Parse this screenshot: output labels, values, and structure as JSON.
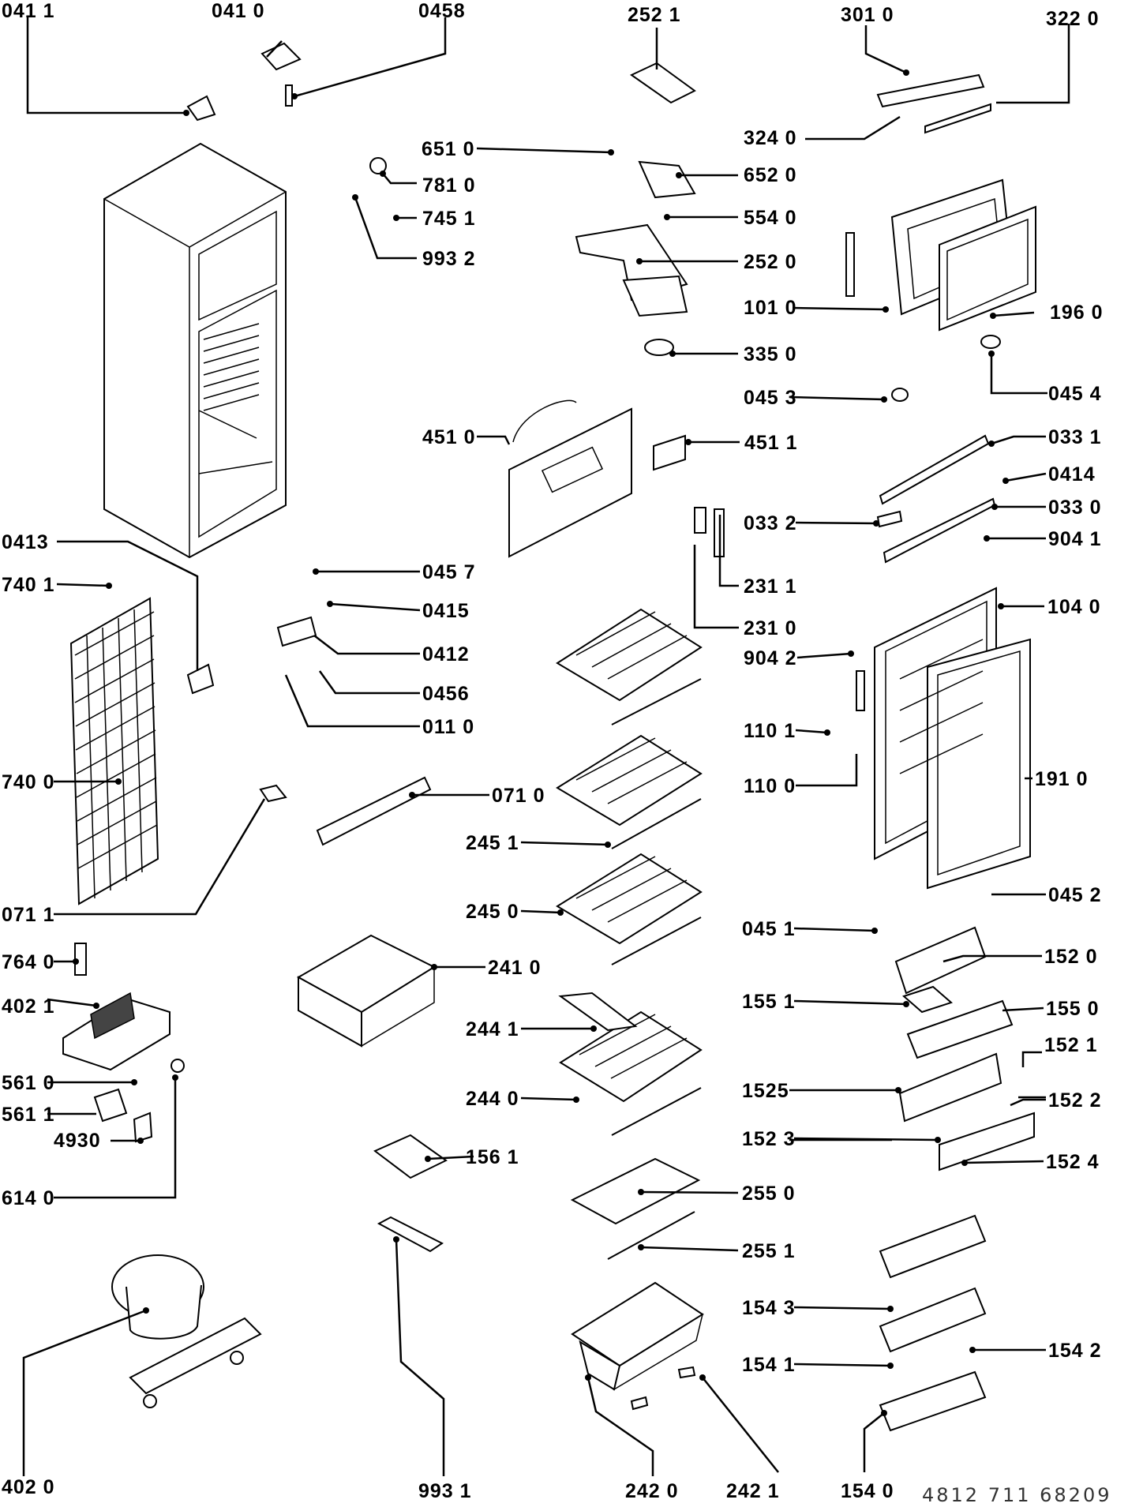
{
  "diagram": {
    "document_number": "4812  711  68209",
    "labels": {
      "l0411": "041 1",
      "l0410": "041 0",
      "l0458": "0458",
      "l2521": "252 1",
      "l3010": "301 0",
      "l3220": "322 0",
      "l3240": "324 0",
      "l6510": "651 0",
      "l7810": "781 0",
      "l6520": "652 0",
      "l7451": "745 1",
      "l5540": "554 0",
      "l9932": "993 2",
      "l2520": "252 0",
      "l1010": "101 0",
      "l1960": "196 0",
      "l3350": "335 0",
      "l0453": "045 3",
      "l0454": "045 4",
      "l4510": "451 0",
      "l4511": "451 1",
      "l0331": "033 1",
      "l0414": "0414",
      "l0332": "033 2",
      "l0330": "033 0",
      "l0413": "0413",
      "l0457": "045 7",
      "l9041": "904 1",
      "l7401": "740 1",
      "l2311": "231 1",
      "l0415": "0415",
      "l1040": "104 0",
      "l2310": "231 0",
      "l0412": "0412",
      "l9042": "904 2",
      "l0456": "0456",
      "l0110": "011 0",
      "l1101": "110 1",
      "l7400": "740 0",
      "l1100": "110 0",
      "l0710": "071 0",
      "l1910": "191 0",
      "l2451": "245 1",
      "l0711": "071 1",
      "l2450": "245 0",
      "l0452": "045 2",
      "l0451": "045 1",
      "l7640": "764 0",
      "l1520": "152 0",
      "l2410": "241 0",
      "l4021": "402 1",
      "l1551": "155 1",
      "l1550": "155 0",
      "l2441": "244 1",
      "l1521": "152 1",
      "l5610": "561 0",
      "l2440": "244 0",
      "l1525": "1525",
      "l1522": "152 2",
      "l5611": "561 1",
      "l4930": "4930",
      "l1523": "152 3",
      "l1561": "156 1",
      "l1524": "152 4",
      "l6140": "614 0",
      "l2550": "255 0",
      "l2551": "255 1",
      "l1543": "154 3",
      "l1542": "154 2",
      "l1541": "154 1",
      "l4020": "402 0",
      "l9931": "993 1",
      "l2420": "242 0",
      "l2421": "242 1",
      "l1540": "154 0"
    },
    "icons": [
      "cabinet-drawing",
      "condenser-drawing",
      "compressor-drawing",
      "door-drawing",
      "shelf-drawing",
      "crisper-drawing"
    ]
  }
}
